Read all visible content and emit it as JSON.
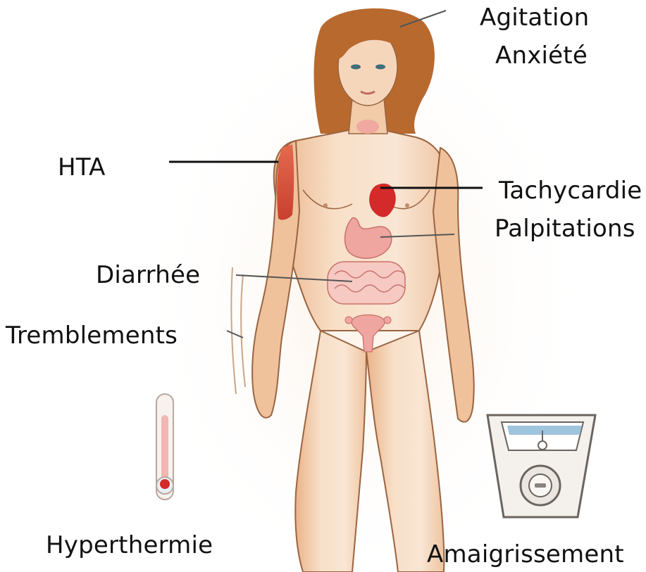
{
  "labels": {
    "agitation": "Agitation",
    "anxiete": "Anxiété",
    "hta": "HTA",
    "tachycardie": "Tachycardie",
    "palpitations": "Palpitations",
    "diarrhee": "Diarrhée",
    "tremblements": "Tremblements",
    "hyperthermie": "Hyperthermie",
    "amaigrissement": "Amaigrissement"
  },
  "colors": {
    "skin": "#f7dcc3",
    "skin_shadow": "#e9b98f",
    "outline": "#7a4a2a",
    "hair": "#b8692e",
    "heart": "#d42a2a",
    "arm_highlight": "#d7553c",
    "stomach": "#f0a6a0",
    "leader_line": "#222222"
  },
  "icons": [
    "woman-body-illustration",
    "thermometer-icon",
    "scale-icon"
  ]
}
